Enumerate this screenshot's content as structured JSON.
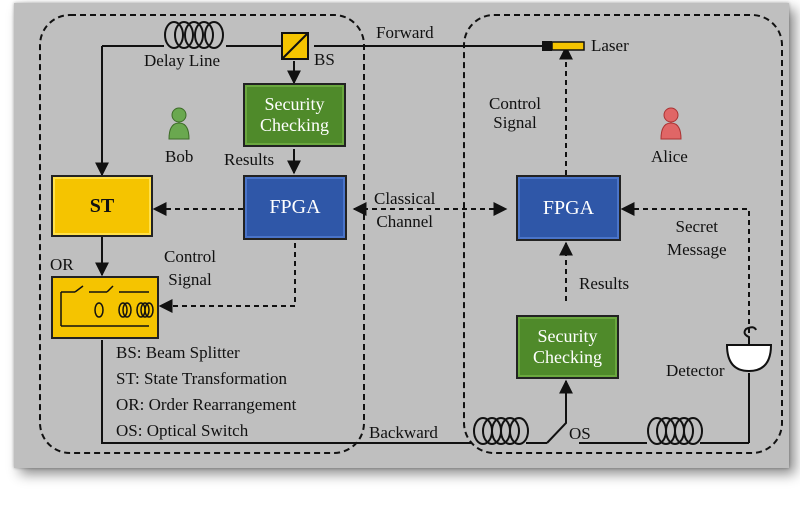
{
  "labels": {
    "forward": "Forward",
    "laser": "Laser",
    "delay_line": "Delay Line",
    "bs": "BS",
    "bob": "Bob",
    "alice": "Alice",
    "results_bob": "Results",
    "results_alice": "Results",
    "control_signal_alice_1": "Control",
    "control_signal_alice_2": "Signal",
    "control_signal_bob_1": "Control",
    "control_signal_bob_2": "Signal",
    "classical_channel_1": "Classical",
    "classical_channel_2": "Channel",
    "secret_message_1": "Secret",
    "secret_message_2": "Message",
    "or": "OR",
    "backward": "Backward",
    "os": "OS",
    "detector": "Detector"
  },
  "boxes": {
    "security_checking_bob_1": "Security",
    "security_checking_bob_2": "Checking",
    "fpga_bob": "FPGA",
    "st": "ST",
    "fpga_alice": "FPGA",
    "security_checking_alice_1": "Security",
    "security_checking_alice_2": "Checking"
  },
  "legend": [
    "BS: Beam Splitter",
    "ST: State Transformation",
    "OR: Order Rearrangement",
    "OS: Optical Switch"
  ],
  "colors": {
    "panel": "#bfbfbf",
    "security_box": "#4f8a2a",
    "fpga_box": "#2f57a8",
    "st_or_box": "#f5c400",
    "person_bob": "#6aa84f",
    "person_alice": "#e06666"
  }
}
